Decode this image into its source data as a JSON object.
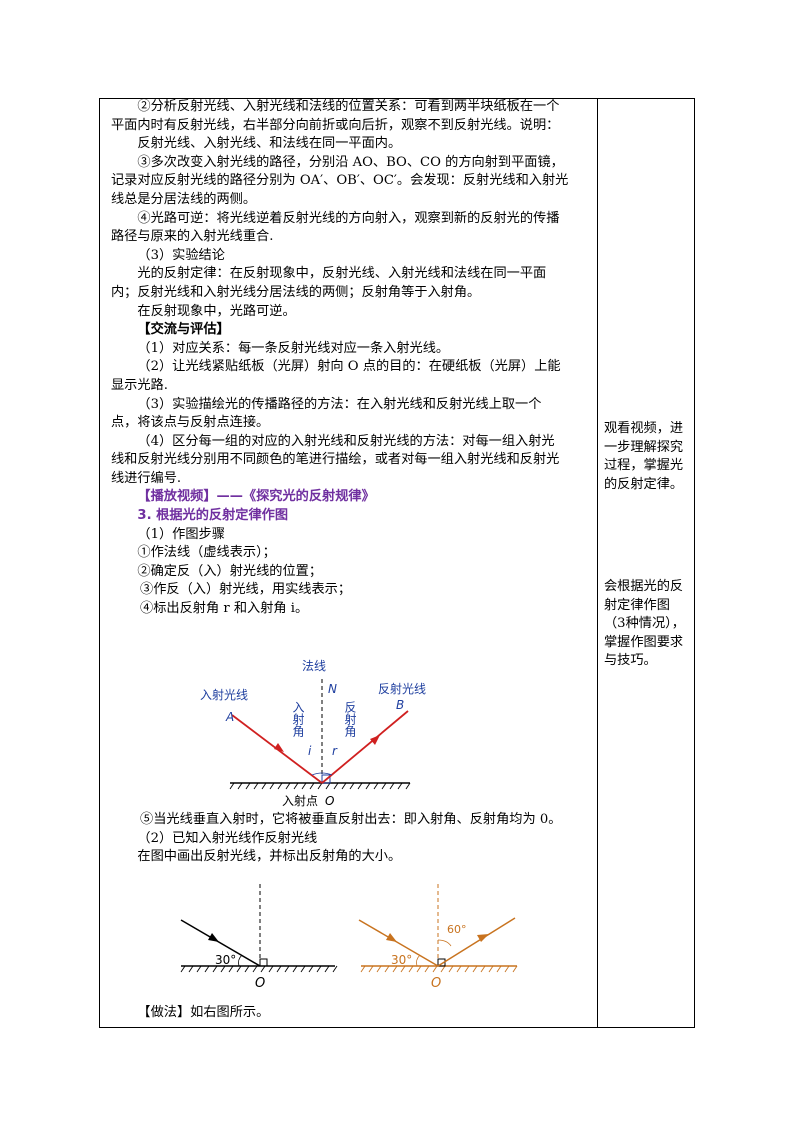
{
  "main": {
    "l01": "②分析反射光线、入射光线和法线的位置关系：可看到两半块纸板在一个",
    "l02": "平面内时有反射光线，右半部分向前折或向后折，观察不到反射光线。说明：",
    "l03": "反射光线、入射光线、和法线在同一平面内。",
    "l04": "③多次改变入射光线的路径，分别沿 AO、BO、CO 的方向射到平面镜，",
    "l05": "记录对应反射光线的路径分别为 OA′、OB′、OC′。会发现：反射光线和入射光",
    "l06": "线总是分居法线的两侧。",
    "l07": "④光路可逆：将光线逆着反射光线的方向射入，观察到新的反射光的传播",
    "l08": "路径与原来的入射光线重合.",
    "l09": "（3）实验结论",
    "l10": "光的反射定律：在反射现象中，反射光线、入射光线和法线在同一平面",
    "l11": "内；反射光线和入射光线分居法线的两侧；反射角等于入射角。",
    "l12": "在反射现象中，光路可逆。",
    "l13": "【交流与评估】",
    "l14": "（1）对应关系：每一条反射光线对应一条入射光线。",
    "l15": "（2）让光线紧贴纸板（光屏）射向 O 点的目的：在硬纸板（光屏）上能",
    "l16": "显示光路.",
    "l17": "（3）实验描绘光的传播路径的方法：在入射光线和反射光线上取一个",
    "l18": "点，将该点与反射点连接。",
    "l19": "（4）区分每一组的对应的入射光线和反射光线的方法：对每一组入射光",
    "l20": "线和反射光线分别用不同颜色的笔进行描绘，或者对每一组入射光线和反射光",
    "l21": "线进行编号.",
    "l22": "【播放视频】——《探究光的反射规律》",
    "l23": "3. 根据光的反射定律作图",
    "l24": "（1）作图步骤",
    "l25": "①作法线（虚线表示）；",
    "l26": "②确定反（入）射光线的位置；",
    "l27": "③作反（入）射光线，用实线表示；",
    "l28": "④标出反射角 r 和入射角 i。",
    "l29": "⑤当光线垂直入射时，它将被垂直反射出去：即入射角、反射角均为 0。",
    "l30": "（2）已知入射光线作反射光线",
    "l31": "在图中画出反射光线，并标出反射角的大小。",
    "l32": "【做法】如右图所示。"
  },
  "notes": {
    "n1": "观看视频，进一步理解探究过程，掌握光的反射定律。",
    "n2": "会根据光的反射定律作图（3种情况），掌握作图要求与技巧。"
  },
  "diagram1": {
    "normal": "法线",
    "incident_ray": "入射光线",
    "reflected_ray": "反射光线",
    "point_A": "A",
    "point_B": "B",
    "point_N": "N",
    "incident_angle": "入射角",
    "reflected_angle": "反射角",
    "i": "i",
    "r": "r",
    "incident_point": "入射点",
    "point_O": "O"
  },
  "diagram2": {
    "angle": "30°",
    "point_O": "O"
  },
  "diagram3": {
    "angle": "30°",
    "angle2": "60°",
    "point_O": "O"
  },
  "colors": {
    "ray_red": "#d02020",
    "label_blue": "#1f3f9f",
    "orange": "#c8731f"
  }
}
